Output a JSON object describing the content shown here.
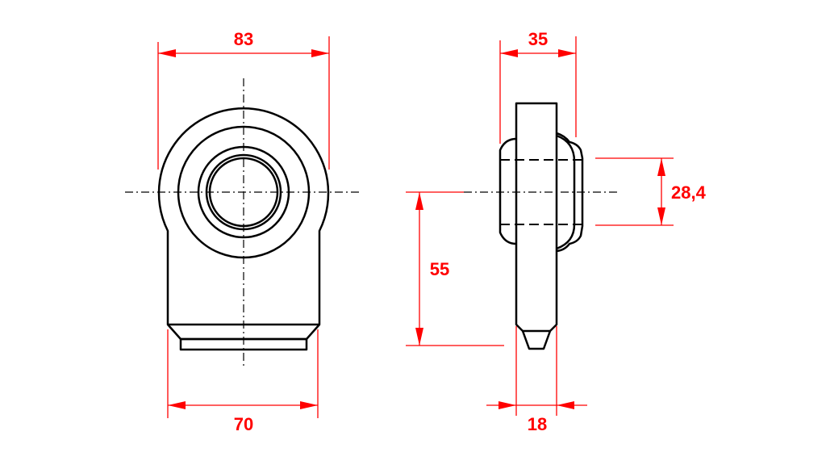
{
  "dimensions": {
    "eye_outer_width": "83",
    "shank_width": "70",
    "side_width": "35",
    "bore_diameter": "28,4",
    "center_to_end": "55",
    "pin_width": "18"
  },
  "colors": {
    "outline": "#000000",
    "dimension": "#ff0000",
    "background": "#ffffff"
  }
}
